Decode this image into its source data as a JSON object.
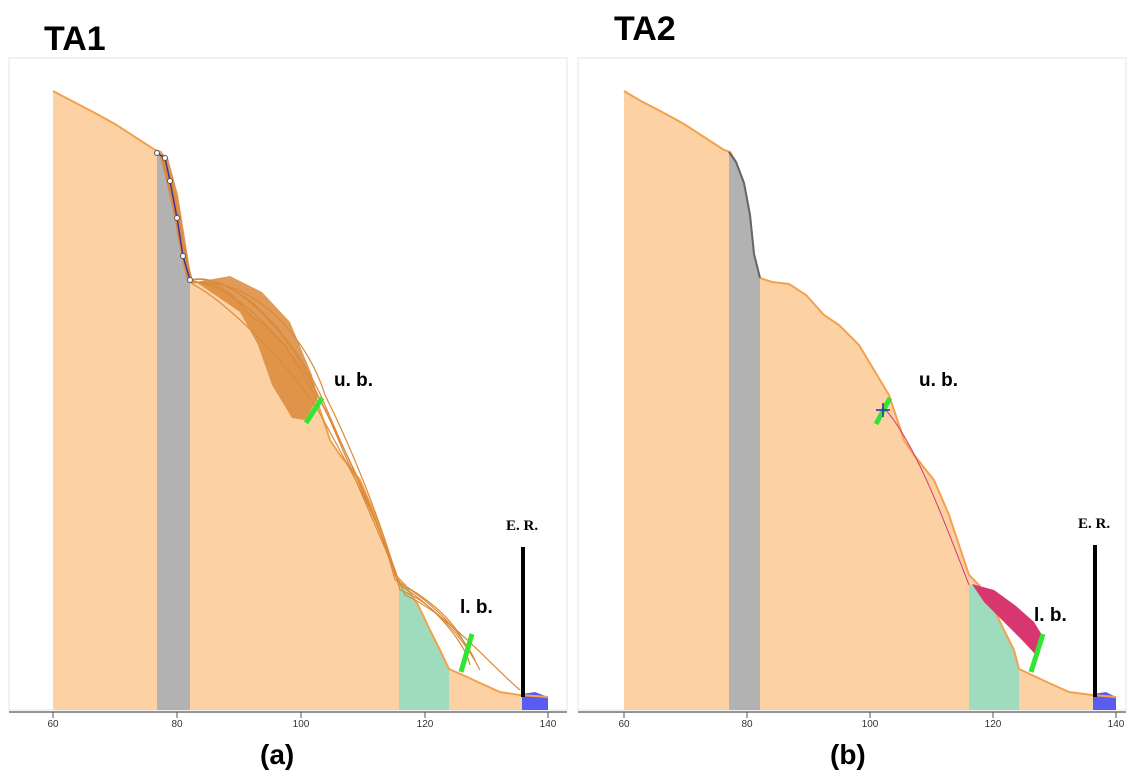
{
  "panels": [
    {
      "title": "TA1",
      "caption": "(a)",
      "upper_barrier": "u. b.",
      "lower_barrier": "l. b.",
      "reference": "E. R."
    },
    {
      "title": "TA2",
      "caption": "(b)",
      "upper_barrier": "u. b.",
      "lower_barrier": "l. b.",
      "reference": "E. R."
    }
  ],
  "axis": {
    "ticks": [
      "60",
      "80",
      "100",
      "120",
      "140"
    ]
  },
  "colors": {
    "slope": "#fcd2a5",
    "profile": "#f4a04c",
    "rock_zone": "#b2b2b2",
    "deposit_zone": "#9fdcbd",
    "trajectories_ta1": "#d98a3a",
    "trajectories_ta2": "#d7366e",
    "barrier": "#33e533",
    "end_marker": "#000000",
    "water": "#5b5bf0"
  }
}
